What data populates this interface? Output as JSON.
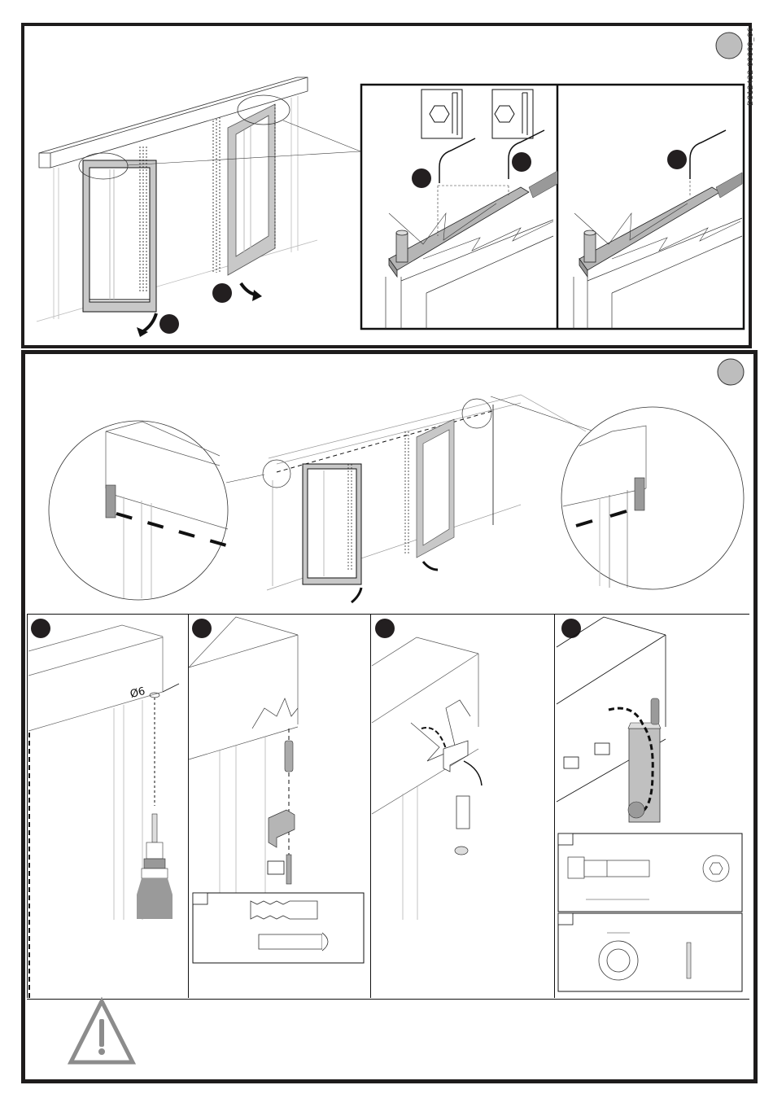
{
  "document": {
    "code": "D812432 00000_06"
  },
  "section1": {
    "step_badge": "",
    "panels": [
      {
        "name": "overview",
        "markers": [
          "",
          ""
        ]
      },
      {
        "name": "detail-adjust",
        "markers": [
          "",
          ""
        ],
        "tool": "hex-key"
      },
      {
        "name": "detail-tighten",
        "markers": [
          ""
        ],
        "tool": "hex-key"
      }
    ]
  },
  "section2": {
    "step_badge": "",
    "steps": [
      {
        "name": "drill",
        "dimension_label": "Ø6"
      },
      {
        "name": "fix-bracket",
        "inset_box_label": ""
      },
      {
        "name": "connect-cable"
      },
      {
        "name": "mount-stop",
        "inset_box_labels": [
          "",
          ""
        ]
      }
    ],
    "parts": [
      {
        "name": "wall-plug-and-screw"
      },
      {
        "name": "hex-socket-screw"
      },
      {
        "name": "washer"
      }
    ]
  },
  "warning": {
    "icon": "warning-triangle-icon",
    "color": "#8c8c8c"
  },
  "colors": {
    "frame": "#1e1c1c",
    "marker": "#231f20",
    "badge": "#bdbdbd",
    "part_fill": "#b5b5b5"
  }
}
